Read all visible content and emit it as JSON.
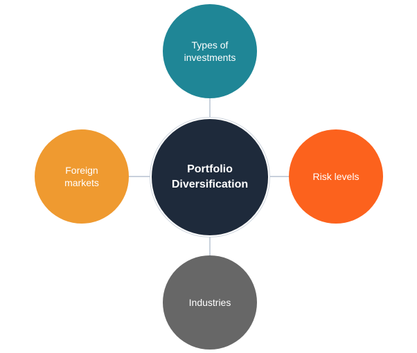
{
  "diagram": {
    "center": {
      "label": "Portfolio\nDiversification",
      "color": "#1e2a3b"
    },
    "satellites": {
      "top": {
        "label": "Types of\ninvestments",
        "color": "#1f8696"
      },
      "left": {
        "label": "Foreign\nmarkets",
        "color": "#ef9a30"
      },
      "right": {
        "label": "Risk levels",
        "color": "#fc621d"
      },
      "bottom": {
        "label": "Industries",
        "color": "#676767"
      }
    },
    "connector_color": "#a7b4c6"
  }
}
